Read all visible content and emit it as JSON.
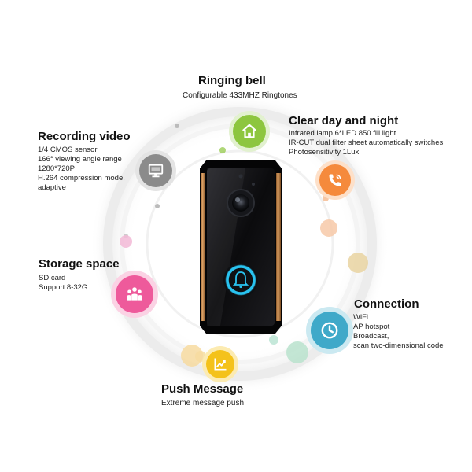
{
  "colors": {
    "accent_green": "#8dc63f",
    "accent_orange": "#f58a3c",
    "accent_pink": "#ee5a9b",
    "accent_teal": "#3fa9c9",
    "accent_yellow": "#f4c21b",
    "accent_gray": "#8b8b8b",
    "device_body": "#0c0c0e",
    "device_trim": "#c98a4b",
    "button_glow": "#29c3f0"
  },
  "features": {
    "ringing": {
      "title": "Ringing bell",
      "lines": [
        "Configurable 433MHZ Ringtones"
      ],
      "icon": "home-icon"
    },
    "clear": {
      "title": "Clear day and night",
      "lines": [
        "Infrared lamp 6*LED 850 fill light",
        "IR-CUT dual filter sheet automatically switches",
        "Photosensitivity 1Lux"
      ],
      "icon": "phone-icon"
    },
    "recording": {
      "title": "Recording video",
      "lines": [
        "1/4 CMOS sensor",
        "166° viewing angle range",
        "1280*720P",
        "H.264 compression mode,",
        "adaptive"
      ],
      "icon": "monitor-icon"
    },
    "storage": {
      "title": "Storage space",
      "lines": [
        "SD card",
        "Support 8-32G"
      ],
      "icon": "people-icon"
    },
    "connection": {
      "title": "Connection",
      "lines": [
        "WiFi",
        "AP hotspot",
        "Broadcast,",
        "scan two-dimensional code"
      ],
      "icon": "clock-icon"
    },
    "push": {
      "title": "Push Message",
      "lines": [
        "Extreme message push"
      ],
      "icon": "chart-icon"
    }
  }
}
